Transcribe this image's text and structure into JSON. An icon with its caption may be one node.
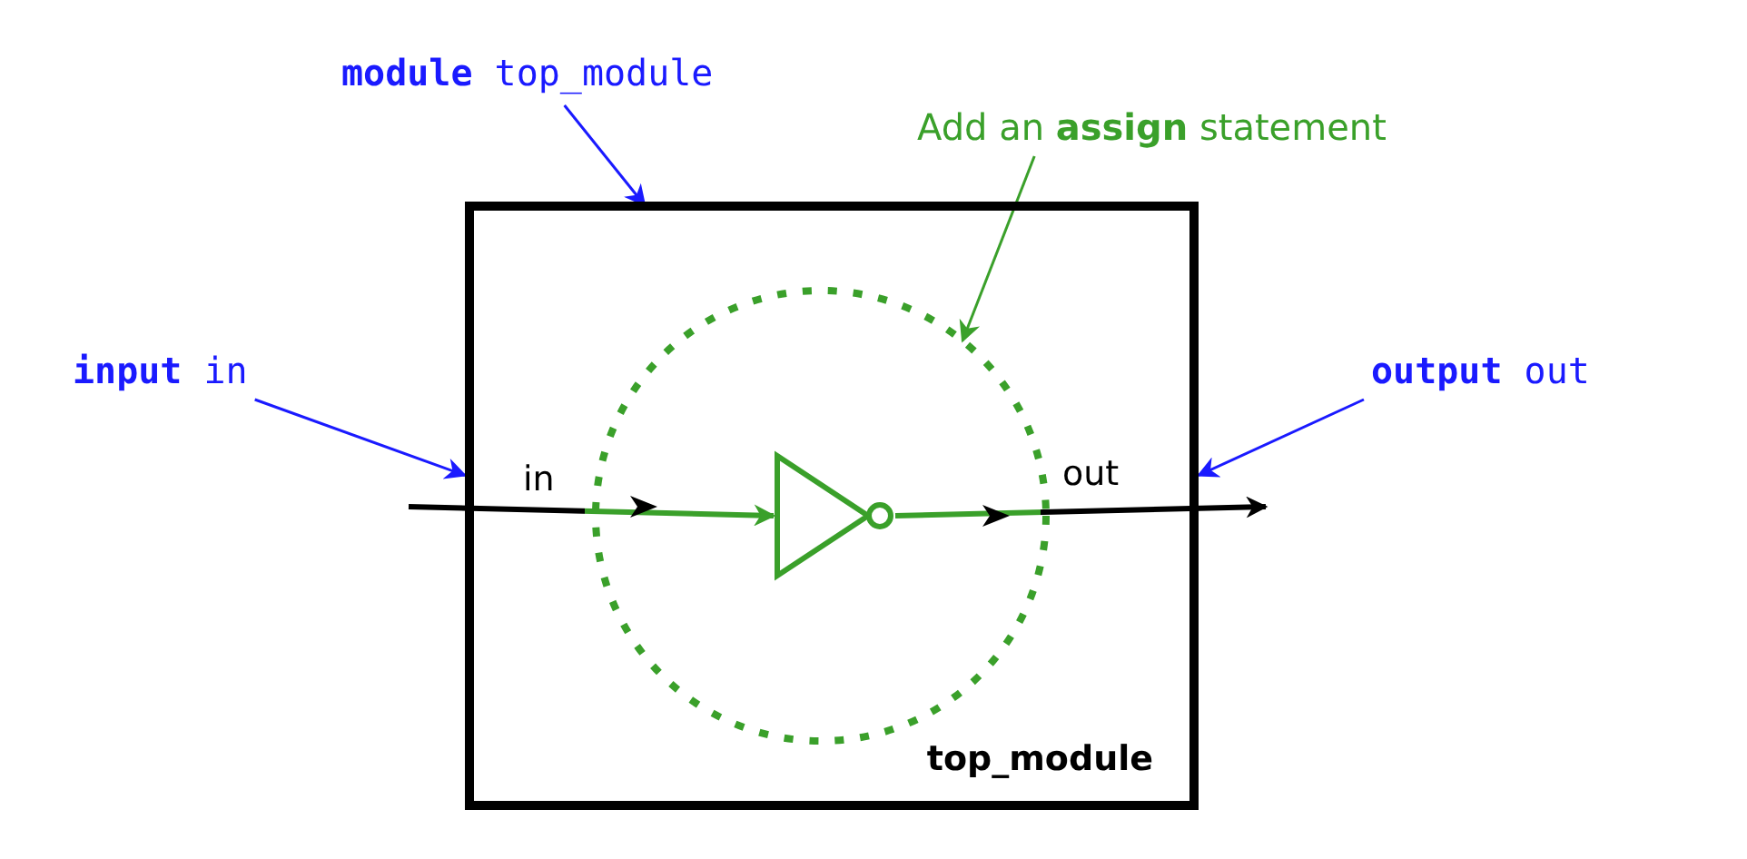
{
  "diagram": {
    "nodes": [
      {
        "text": [
          "**module** top_module"
        ]
      },
      {
        "text": [
          "top_module"
        ]
      },
      {
        "text": [
          "Add an **assign** statement"
        ]
      },
      {
        "text": [],
        "shape": "circle",
        "in": 1
      },
      {
        "text": [
          "**input** in"
        ]
      },
      {
        "text": [
          "**output** out"
        ]
      },
      {
        "text": [],
        "shape": "triangle",
        "in": 3
      }
    ],
    "edges": [
      {
        "from": 0,
        "to": 1,
        "arrow": "to"
      },
      {
        "from": 2,
        "to": 3,
        "arrow": "to",
        "color": "#3aa02a"
      },
      {
        "from": 4,
        "to": 1,
        "arrow": "to"
      },
      {
        "from": null,
        "to": 6,
        "arrow": "to",
        "label": "in",
        "color": "#000000"
      },
      {
        "from": 6,
        "to": null,
        "arrow": "to",
        "label": "out",
        "color": "#000000"
      },
      {
        "from": 5,
        "to": 1,
        "arrow": "to"
      }
    ]
  }
}
